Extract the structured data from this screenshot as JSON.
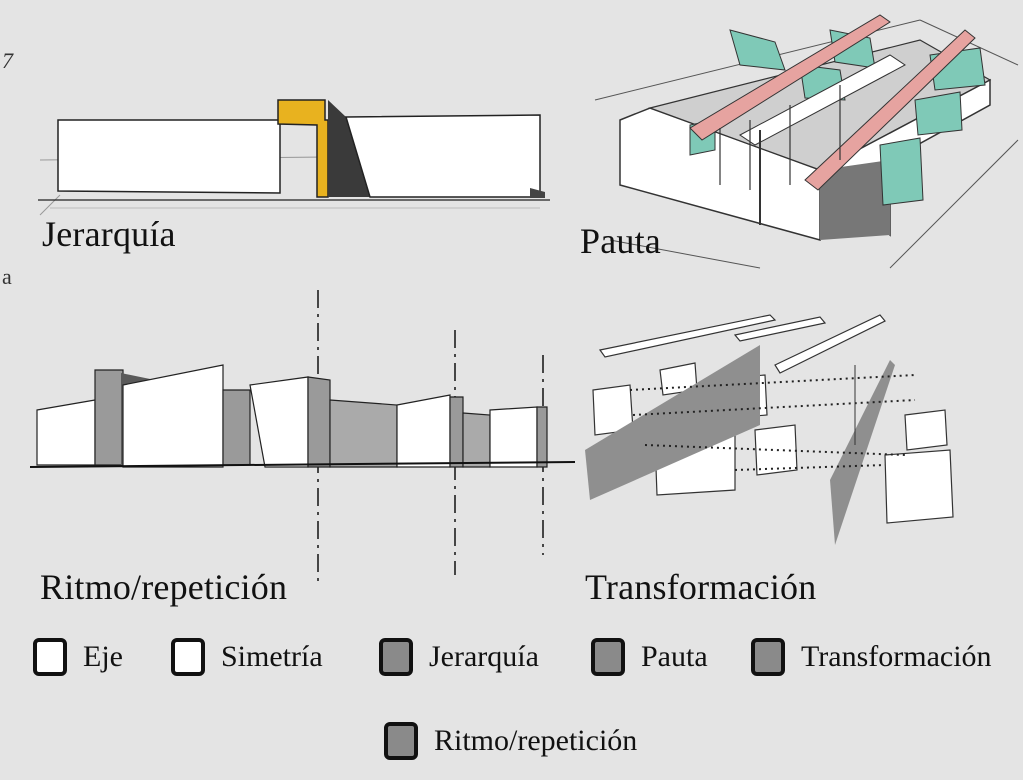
{
  "panels": {
    "jerarquia": {
      "caption": "Jerarquía"
    },
    "pauta": {
      "caption": "Pauta"
    },
    "ritmo": {
      "caption": "Ritmo/repetición"
    },
    "transformacion": {
      "caption": "Transformación"
    }
  },
  "legend": {
    "items": [
      {
        "label": "Eje",
        "swatch": "#ffffff"
      },
      {
        "label": "Simetría",
        "swatch": "#ffffff"
      },
      {
        "label": "Jerarquía",
        "swatch": "#8a8a8a"
      },
      {
        "label": "Pauta",
        "swatch": "#8a8a8a"
      },
      {
        "label": "Transformación",
        "swatch": "#8a8a8a"
      },
      {
        "label": "Ritmo/repetición",
        "swatch": "#8a8a8a"
      }
    ]
  },
  "edge_marks": [
    "7",
    "a"
  ],
  "colors": {
    "accent_yellow": "#e8b21f",
    "pink": "#e6a3a0",
    "teal": "#7fc9b7",
    "gray_wall": "#9a9a9a",
    "dark_shadow": "#3a3a3a"
  }
}
